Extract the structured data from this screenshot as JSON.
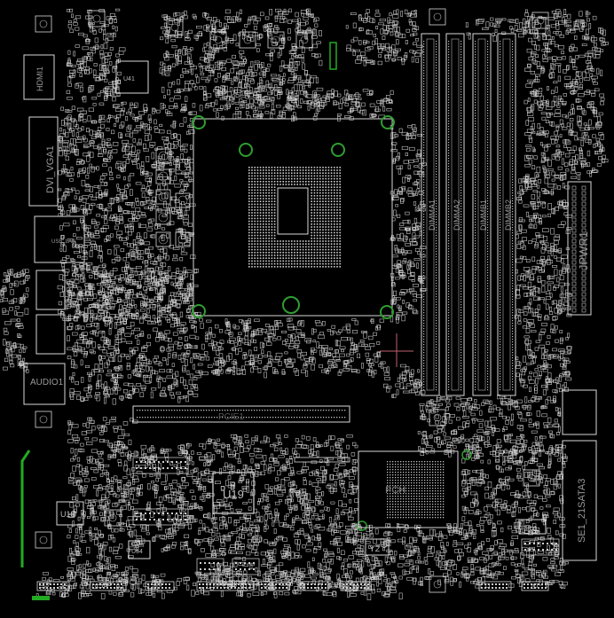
{
  "colors": {
    "background": "#000000",
    "silkscreen": "#d8d8d8",
    "mounting_hole": "#2f9e2f",
    "crosshair": "#c0606c",
    "dimm_pins": "#bfbfbf",
    "highlight": "#22aa22"
  },
  "labels": {
    "hdmi": "HDMI1",
    "dvi_vga": "DVI_VGA1",
    "usb_lan": "USB_LAN",
    "audio": "AUDIO1",
    "u19": "U19",
    "u18": "U18",
    "u54": "U54",
    "pch": "PCH",
    "y2": "Y2",
    "spi": "SPI1",
    "jpwr": "JPWR1",
    "sata": "SE1_21SATA3",
    "dimm_a1": "DIMMA1",
    "dimm_a2": "DIMMA2",
    "dimm_b1": "DIMMB1",
    "dimm_b2": "DIMMB2",
    "u41": "U41",
    "pcie": "PCIE1"
  }
}
